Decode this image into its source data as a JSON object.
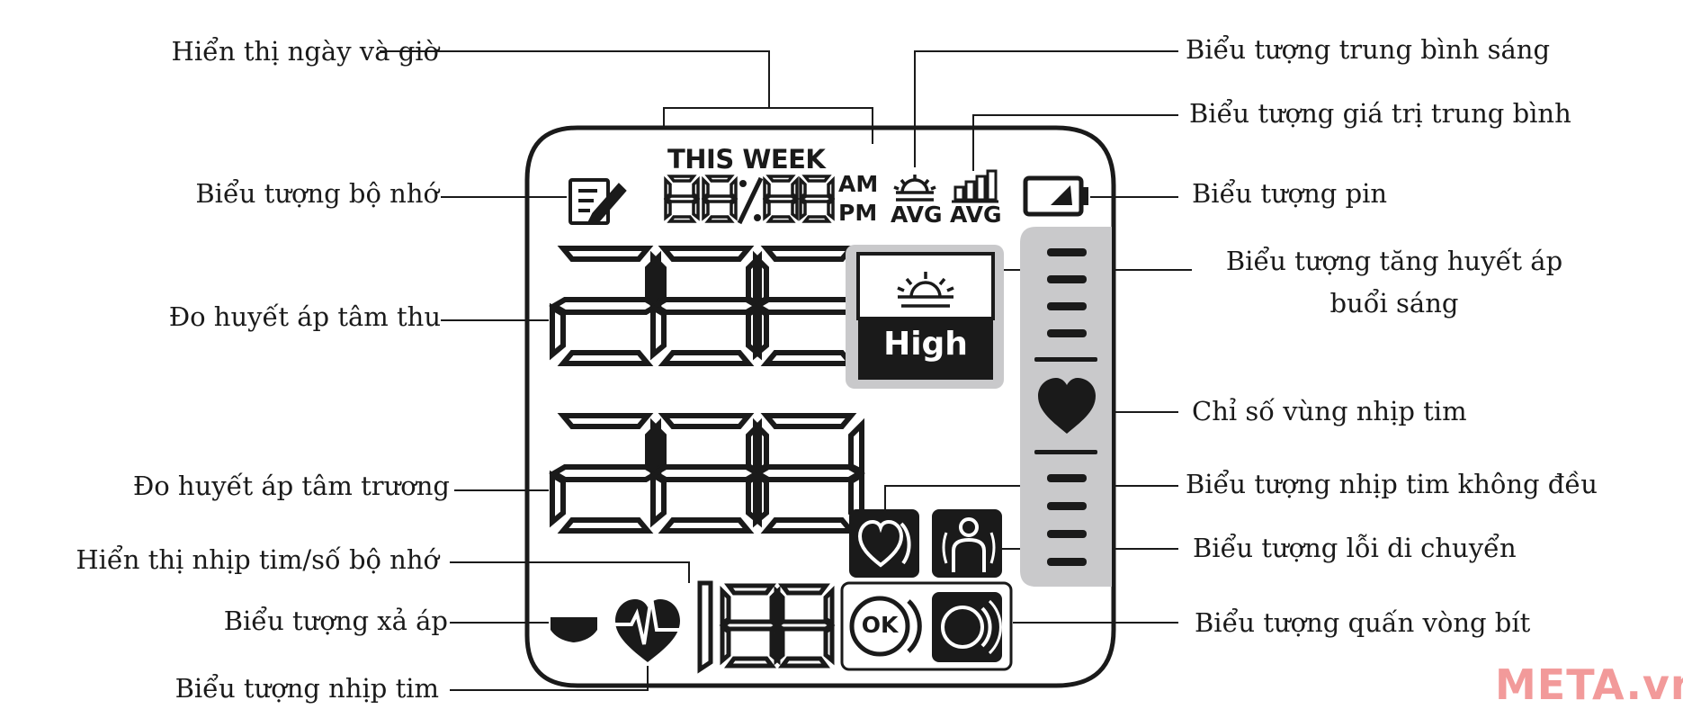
{
  "labels": {
    "date_time": "Hiển thị ngày và giờ",
    "memory_icon": "Biểu tượng bộ nhớ",
    "systolic": "Đo huyết áp tâm thu",
    "diastolic": "Đo huyết áp tâm trương",
    "pulse_memory": "Hiển thị nhịp tim/số bộ nhớ",
    "deflation": "Biểu tượng xả áp",
    "heartbeat": "Biểu tượng nhịp tim",
    "morning_avg": "Biểu tượng trung bình sáng",
    "avg_value": "Biểu tượng giá trị trung bình",
    "battery": "Biểu tượng pin",
    "morning_hypertension_line1": "Biểu tượng tăng huyết áp",
    "morning_hypertension_line2": "buổi sáng",
    "pulse_zone": "Chỉ số vùng nhịp tim",
    "irregular_heartbeat": "Biểu tượng nhịp tim không đều",
    "movement_error": "Biểu tượng lỗi di chuyển",
    "cuff_wrap": "Biểu tượng quấn vòng bít"
  },
  "display": {
    "this_week": "THIS WEEK",
    "am": "AM",
    "pm": "PM",
    "avg1": "AVG",
    "avg2": "AVG",
    "high": "High",
    "ok": "OK"
  },
  "watermark": "META.vn",
  "colors": {
    "lcd_ink": "#1a1a1a",
    "pulse_bar_bg": "#c9c9cb",
    "watermark": "#f29a9a"
  }
}
